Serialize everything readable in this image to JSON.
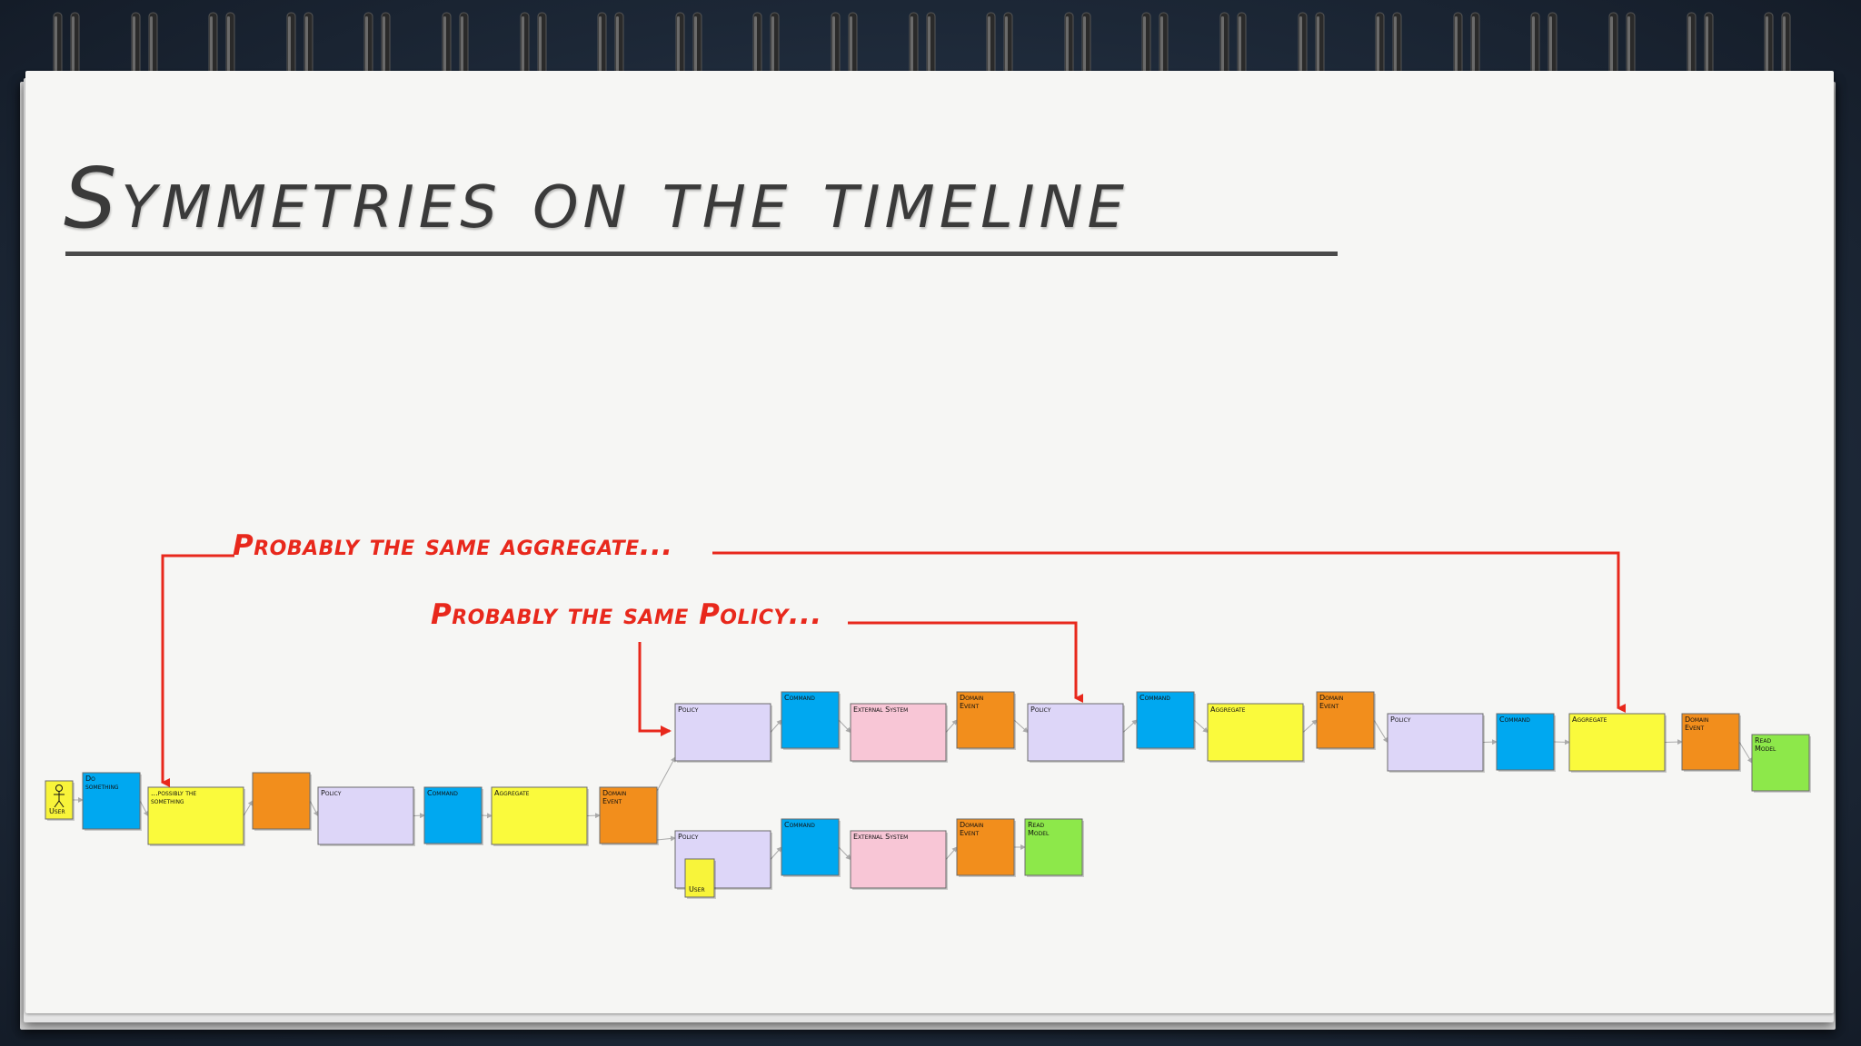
{
  "slide": {
    "title": "Symmetries on the timeline"
  },
  "annotations": {
    "aggregate_note": "Probably the same aggregate...",
    "policy_note": "Probably the same Policy..."
  },
  "colors": {
    "command": "#00a8f0",
    "event": "#f28e1c",
    "policy": "#ddd6f8",
    "aggregate": "#fafa3c",
    "external": "#f8c6d6",
    "read_model": "#8de84a",
    "user": "#f8f43a",
    "annotation": "#e8281c"
  },
  "stickies": [
    {
      "id": "user-1",
      "type": "user",
      "label": "User"
    },
    {
      "id": "command-do-something",
      "type": "command",
      "label": "Do something"
    },
    {
      "id": "aggregate-possibly",
      "type": "aggregate",
      "label": "...possibly the something"
    },
    {
      "id": "event-1",
      "type": "event",
      "label": ""
    },
    {
      "id": "policy-1",
      "type": "policy",
      "label": "Policy"
    },
    {
      "id": "command-2",
      "type": "command",
      "label": "Command"
    },
    {
      "id": "aggregate-2",
      "type": "aggregate",
      "label": "Aggregate"
    },
    {
      "id": "event-2",
      "type": "event",
      "label": "Domain Event"
    },
    {
      "id": "policy-upper-1",
      "type": "policy",
      "label": "Policy"
    },
    {
      "id": "command-upper-1",
      "type": "command",
      "label": "Command"
    },
    {
      "id": "external-upper",
      "type": "external",
      "label": "External System"
    },
    {
      "id": "event-upper-1",
      "type": "event",
      "label": "Domain Event"
    },
    {
      "id": "policy-upper-2",
      "type": "policy",
      "label": "Policy"
    },
    {
      "id": "command-upper-2",
      "type": "command",
      "label": "Command"
    },
    {
      "id": "aggregate-upper",
      "type": "aggregate",
      "label": "Aggregate"
    },
    {
      "id": "event-upper-2",
      "type": "event",
      "label": "Domain Event"
    },
    {
      "id": "policy-upper-3",
      "type": "policy",
      "label": "Policy"
    },
    {
      "id": "command-upper-3",
      "type": "command",
      "label": "Command"
    },
    {
      "id": "aggregate-upper-2",
      "type": "aggregate",
      "label": "Aggregate"
    },
    {
      "id": "event-upper-3",
      "type": "event",
      "label": "Domain Event"
    },
    {
      "id": "read-model-upper",
      "type": "read_model",
      "label": "Read Model"
    },
    {
      "id": "policy-lower",
      "type": "policy",
      "label": "Policy"
    },
    {
      "id": "user-2",
      "type": "user",
      "label": "User"
    },
    {
      "id": "command-lower",
      "type": "command",
      "label": "Command"
    },
    {
      "id": "external-lower",
      "type": "external",
      "label": "External System"
    },
    {
      "id": "event-lower",
      "type": "event",
      "label": "Domain Event"
    },
    {
      "id": "read-model-lower",
      "type": "read_model",
      "label": "Read Model"
    }
  ]
}
